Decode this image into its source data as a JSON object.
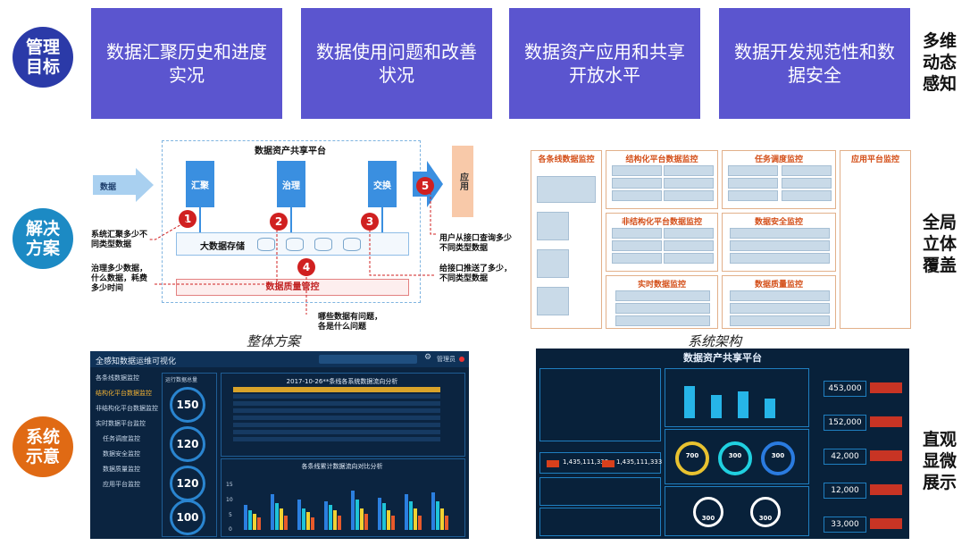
{
  "rows": {
    "goals": {
      "label": "管理目标",
      "side_label": "多维动态感知"
    },
    "solution": {
      "label": "解决方案",
      "side_label": "全局立体覆盖"
    },
    "demo": {
      "label": "系统示意",
      "side_label": "直观显微展示"
    }
  },
  "goal_boxes": [
    {
      "text": "数据汇聚历史和进度实况"
    },
    {
      "text": "数据使用问题和改善状况"
    },
    {
      "text": "数据资产应用和共享开放水平"
    },
    {
      "text": "数据开发规范性和数据安全"
    }
  ],
  "overall_plan": {
    "caption": "整体方案",
    "platform_title": "数据资产共享平台",
    "input_arrow": "数据",
    "output_box": "应用",
    "modules": [
      "汇聚",
      "治理",
      "交换"
    ],
    "storage": "大数据存储",
    "quality": "数据质量管控",
    "numbers": [
      "1",
      "2",
      "3",
      "4",
      "5"
    ],
    "annotations": {
      "a1": "系统汇聚多少不同类型数据",
      "a2": "治理多少数据，什么数据，耗费多少时间",
      "a3": "给接口推送了多少，不同类型数据",
      "a4": "哪些数据有问题，各是什么问题",
      "a5": "用户从接口查询多少不同类型数据"
    }
  },
  "architecture": {
    "caption": "系统架构",
    "panels": [
      "各条线数据监控",
      "结构化平台数据监控",
      "任务调度监控",
      "应用平台监控",
      "非结构化平台数据监控",
      "数据安全监控",
      "实时数据监控",
      "数据质量监控"
    ]
  },
  "dashboard_left": {
    "title": "全感知数据运维可视化",
    "user": "管理员",
    "menu": [
      "各条线数据监控",
      "结构化平台数据监控",
      "非结构化平台数据监控",
      "实时数据平台监控",
      "任务调度监控",
      "数据安全监控",
      "数据质量监控",
      "应用平台监控"
    ],
    "gauge_title": "运行数据总量",
    "gauges": [
      "150",
      "120",
      "120",
      "100"
    ],
    "table_title": "2017-10-26**条线各系统数据流向分析",
    "chart_title": "各条线累计数据流向对比分析",
    "chart_y_ticks": [
      "15",
      "10",
      "5",
      "0"
    ]
  },
  "dashboard_right": {
    "title": "数据资产共享平台",
    "numbers": [
      "1,435,111,333",
      "1,435,111,333"
    ],
    "big_gauges": [
      "700",
      "300",
      "300"
    ],
    "gauges_bottom": [
      "300",
      "300"
    ],
    "kpis": [
      "453,000",
      "152,000",
      "42,000",
      "12,000",
      "33,000"
    ]
  },
  "colors": {
    "goal_box": "#5b55cf",
    "circle_goal": "#2b3aa8",
    "circle_solution": "#1c8ac4",
    "circle_demo": "#e06a14",
    "module": "#3a8fe0",
    "alert": "#d02020"
  }
}
